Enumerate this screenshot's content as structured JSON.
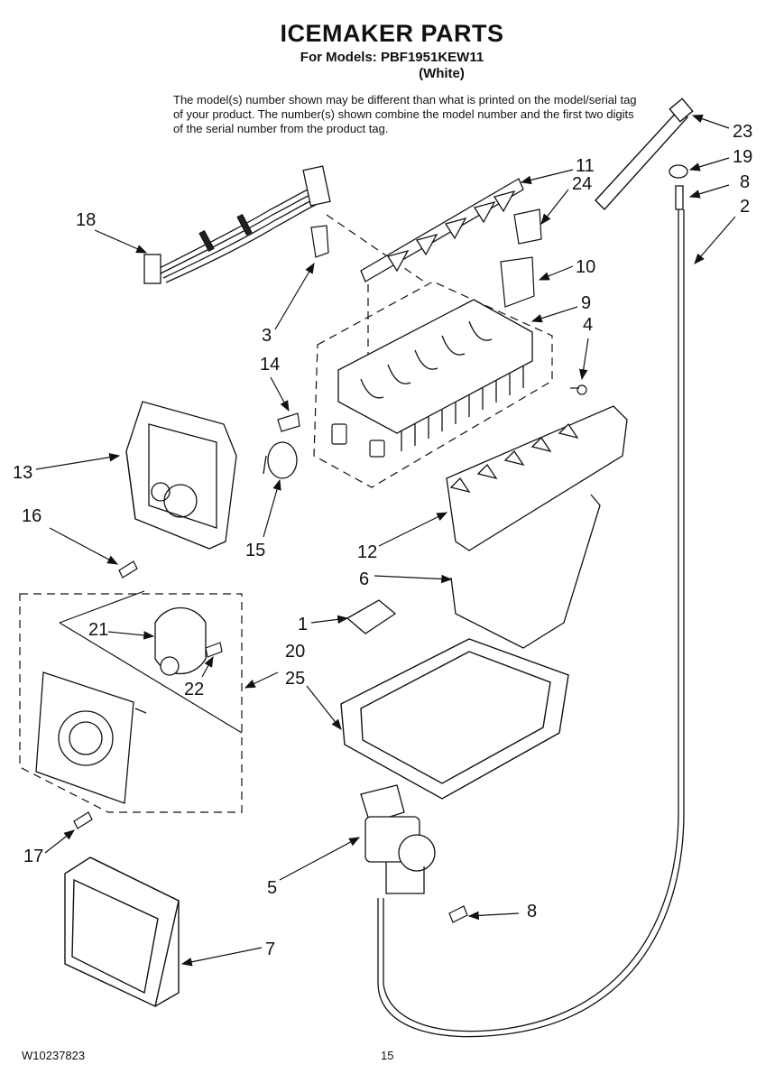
{
  "header": {
    "title": "ICEMAKER PARTS",
    "models": "For Models: PBF1951KEW11",
    "variant": "(White)"
  },
  "note": "The model(s) number shown may be different than what is printed on the model/serial tag of your product. The number(s) shown combine the model number and the first two digits of the serial number from the product tag.",
  "callouts": {
    "c1": "1",
    "c2": "2",
    "c3": "3",
    "c4": "4",
    "c5": "5",
    "c6": "6",
    "c7": "7",
    "c8a": "8",
    "c8b": "8",
    "c9": "9",
    "c10": "10",
    "c11": "11",
    "c12": "12",
    "c13": "13",
    "c14": "14",
    "c15": "15",
    "c16": "16",
    "c17": "17",
    "c18": "18",
    "c19": "19",
    "c20": "20",
    "c21": "21",
    "c22": "22",
    "c23": "23",
    "c24": "24",
    "c25": "25"
  },
  "footer": {
    "doc_number": "W10237823",
    "page": "15"
  }
}
